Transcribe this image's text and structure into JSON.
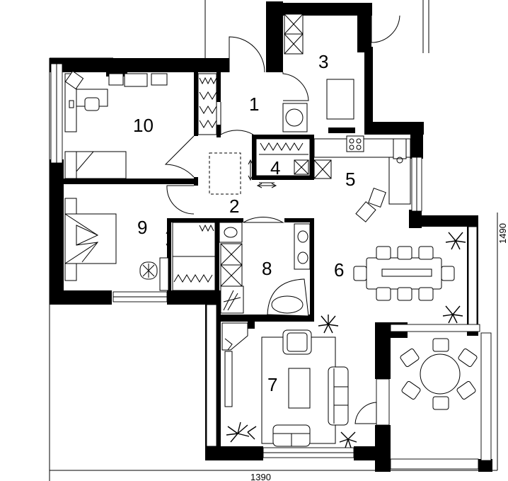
{
  "plan": {
    "rooms": [
      {
        "id": "1",
        "label": "1"
      },
      {
        "id": "2",
        "label": "2"
      },
      {
        "id": "3",
        "label": "3"
      },
      {
        "id": "4",
        "label": "4"
      },
      {
        "id": "5",
        "label": "5"
      },
      {
        "id": "6",
        "label": "6"
      },
      {
        "id": "7",
        "label": "7"
      },
      {
        "id": "8",
        "label": "8"
      },
      {
        "id": "9",
        "label": "9"
      },
      {
        "id": "10",
        "label": "10"
      }
    ],
    "dimensions": {
      "width": "1390",
      "height": "1490"
    }
  }
}
